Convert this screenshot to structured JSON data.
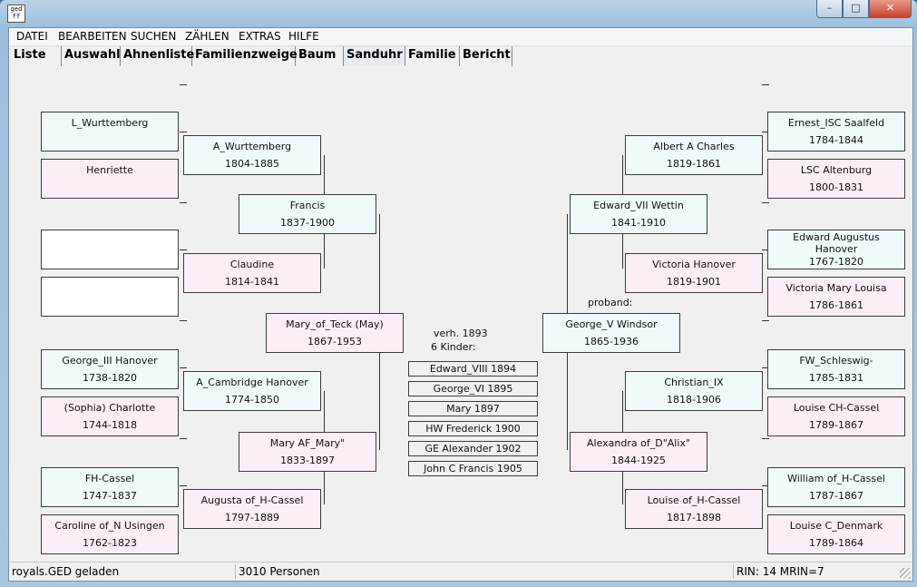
{
  "window": {
    "icon_text": "ged ff",
    "minimize": "–",
    "maximize": "□",
    "close": "✕"
  },
  "menu": [
    "DATEI",
    "BEARBEITEN",
    "SUCHEN",
    "ZÄHLEN",
    "EXTRAS",
    "HILFE"
  ],
  "tabs": [
    "Liste",
    "Auswahl",
    "Ahnenliste",
    "Familienzweige",
    "Baum",
    "Sanduhr",
    "Familie",
    "Bericht"
  ],
  "active_tab": "Sanduhr",
  "left": {
    "great_grand": [
      {
        "name": "L_Wurttemberg",
        "dates": ""
      },
      {
        "name": "Henriette",
        "dates": ""
      },
      {
        "name": "",
        "dates": ""
      },
      {
        "name": "",
        "dates": ""
      },
      {
        "name": "George_III  Hanover",
        "dates": "1738-1820"
      },
      {
        "name": "(Sophia) Charlotte",
        "dates": "1744-1818"
      },
      {
        "name": "FH-Cassel",
        "dates": "1747-1837"
      },
      {
        "name": "Caroline of_N Usingen",
        "dates": "1762-1823"
      }
    ],
    "grand": [
      {
        "name": "A_Wurttemberg",
        "dates": "1804-1885"
      },
      {
        "name": "Claudine",
        "dates": "1814-1841"
      },
      {
        "name": "A_Cambridge  Hanover",
        "dates": "1774-1850"
      },
      {
        "name": "Augusta of_H-Cassel",
        "dates": "1797-1889"
      }
    ],
    "parents": [
      {
        "name": "Francis",
        "dates": "1837-1900"
      },
      {
        "name": "Mary AF_Mary\"",
        "dates": "1833-1897"
      }
    ],
    "spouse": {
      "name": "Mary_of_Teck (May)",
      "dates": "1867-1953"
    }
  },
  "right": {
    "great_grand": [
      {
        "name": "Ernest_ISC Saalfeld",
        "dates": "1784-1844"
      },
      {
        "name": "LSC Altenburg",
        "dates": "1800-1831"
      },
      {
        "name": "Edward Augustus Hanover",
        "dates": "1767-1820"
      },
      {
        "name": "Victoria Mary Louisa",
        "dates": "1786-1861"
      },
      {
        "name": "FW_Schleswig-",
        "dates": "1785-1831"
      },
      {
        "name": "Louise CH-Cassel",
        "dates": "1789-1867"
      },
      {
        "name": "William of_H-Cassel",
        "dates": "1787-1867"
      },
      {
        "name": "Louise C_Denmark",
        "dates": "1789-1864"
      }
    ],
    "grand": [
      {
        "name": "Albert A Charles",
        "dates": "1819-1861"
      },
      {
        "name": "Victoria  Hanover",
        "dates": "1819-1901"
      },
      {
        "name": "Christian_IX",
        "dates": "1818-1906"
      },
      {
        "name": "Louise of_H-Cassel",
        "dates": "1817-1898"
      }
    ],
    "parents": [
      {
        "name": "Edward_VII  Wettin",
        "dates": "1841-1910"
      },
      {
        "name": "Alexandra of_D\"Alix\"",
        "dates": "1844-1925"
      }
    ],
    "proband": {
      "name": "George_V  Windsor",
      "dates": "1865-1936"
    }
  },
  "labels": {
    "proband": "proband:",
    "married": "verh.  1893",
    "children_count": "6 Kinder:"
  },
  "children": [
    "Edward_VIII  1894",
    "George_VI  1895",
    "Mary  1897",
    "HW Frederick 1900",
    "GE Alexander 1902",
    "John C Francis 1905"
  ],
  "status": {
    "loaded": "royals.GED geladen",
    "persons": "3010 Personen",
    "rin": "RIN: 14   MRIN=7"
  }
}
